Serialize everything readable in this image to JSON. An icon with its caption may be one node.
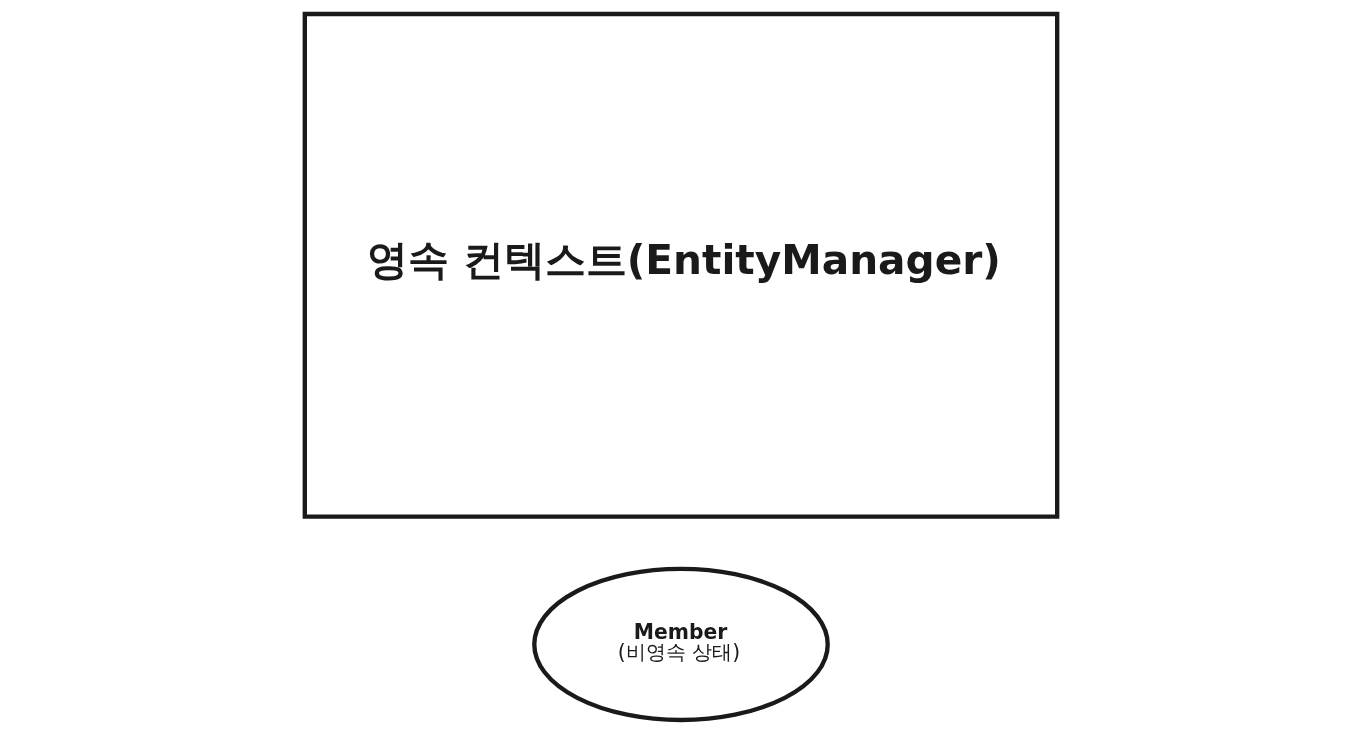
{
  "diagram": {
    "nodes": [
      {
        "text": [
          "Member",
          "(비영속 상태)"
        ]
      },
      {
        "text": [
          "영속 컨텍스트(EntityManager)"
        ]
      }
    ],
    "edges": []
  }
}
